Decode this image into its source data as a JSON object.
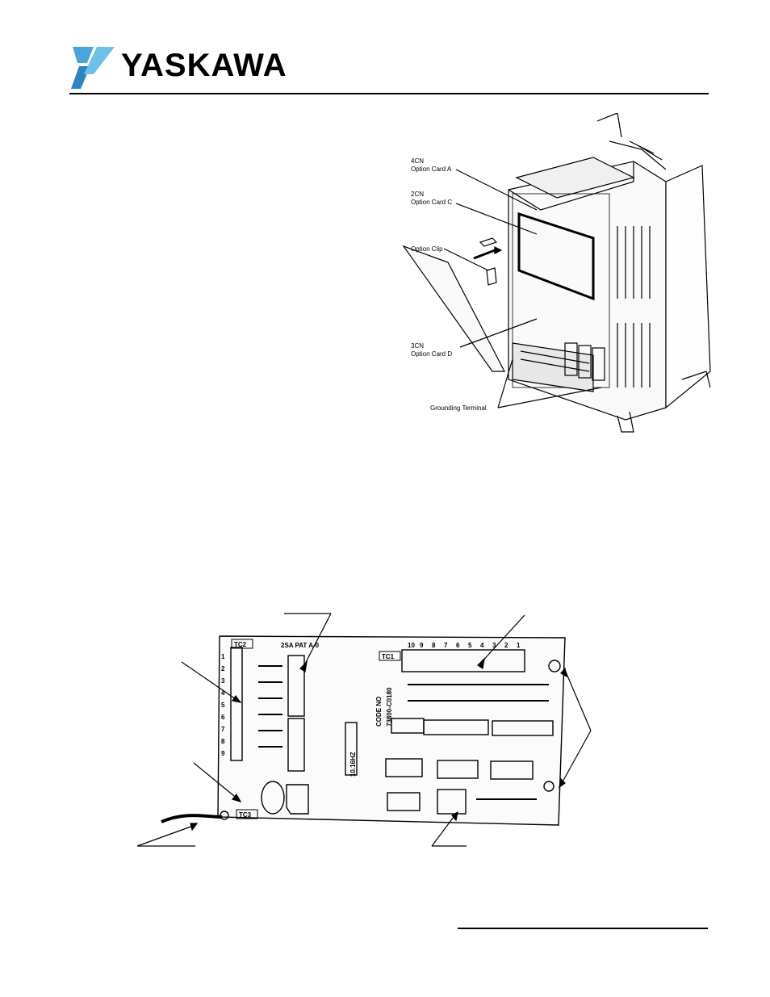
{
  "brand": {
    "name": "YASKAWA"
  },
  "drive_figure": {
    "label_4cn": "4CN",
    "label_option_card_a": "Option Card A",
    "label_2cn": "2CN",
    "label_option_card_c": "Option Card C",
    "label_option_clip": "Option Clip",
    "label_3cn": "3CN",
    "label_option_card_d": "Option Card D",
    "label_grounding_terminal": "Grounding Terminal"
  },
  "board_figure": {
    "tc2": "TC2",
    "tc1": "TC1",
    "tc3": "TC3",
    "part_no": "2SA PAT A-0",
    "code_no": "CODE NO",
    "code_value": "73800-C0180",
    "crystal": "10.16HZ",
    "tc1_terminals": [
      "10",
      "9",
      "8",
      "7",
      "6",
      "5",
      "4",
      "3",
      "2",
      "1"
    ],
    "tc2_terminals": [
      "1",
      "2",
      "3",
      "4",
      "5",
      "6",
      "7",
      "8",
      "9"
    ]
  }
}
